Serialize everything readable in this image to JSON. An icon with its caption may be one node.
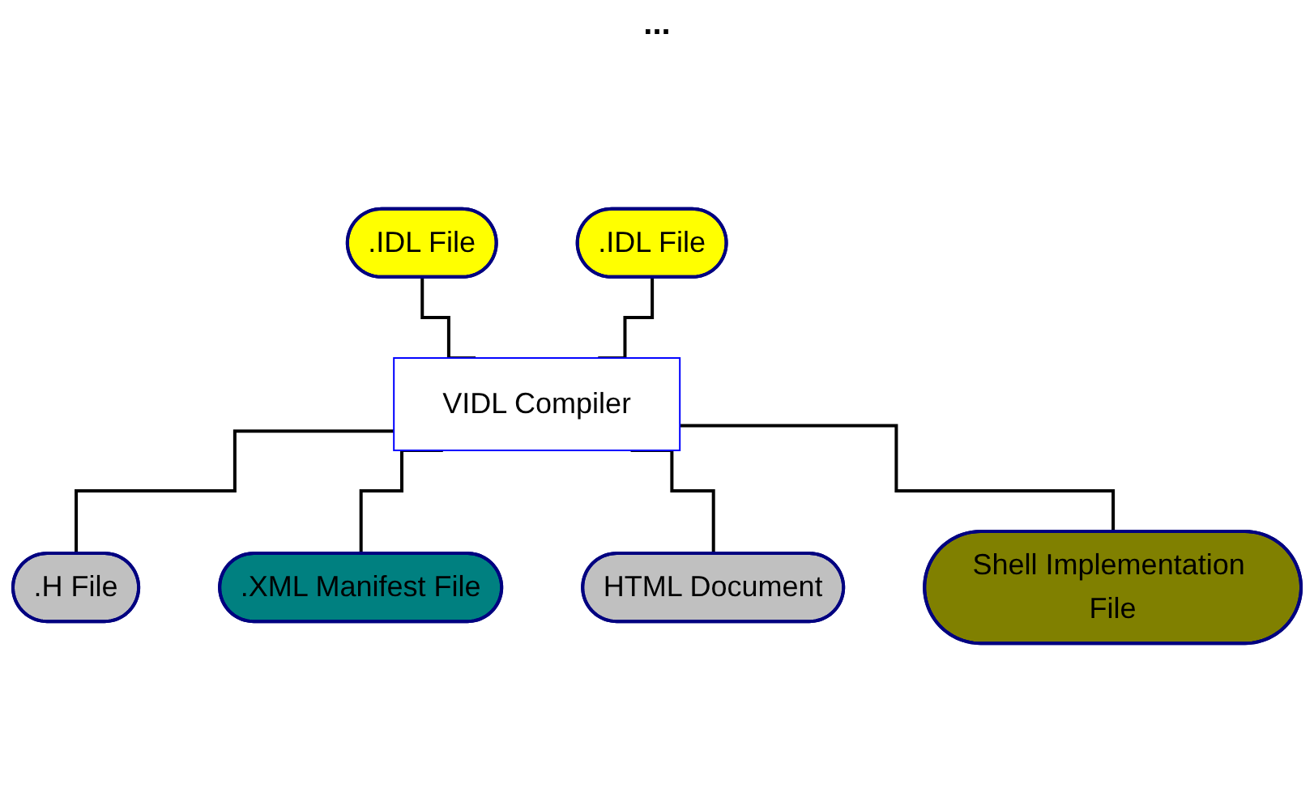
{
  "diagram": {
    "nodes": [
      {
        "text": [
          ".IDL File"
        ]
      },
      {
        "text": [
          ".IDL File"
        ]
      },
      {
        "text": [
          "VIDL Compiler"
        ]
      },
      {
        "text": [
          ".H File"
        ]
      },
      {
        "text": [
          ".XML Manifest File"
        ]
      },
      {
        "text": [
          "HTML Document"
        ]
      },
      {
        "text": [
          "Shell Implementation File"
        ]
      }
    ],
    "edges": [
      {
        "from": 0,
        "to": 2,
        "arrow": "none"
      },
      {
        "from": 1,
        "to": 2,
        "arrow": "none"
      },
      {
        "from": 2,
        "to": 3,
        "arrow": "none"
      },
      {
        "from": 2,
        "to": 4,
        "arrow": "none"
      },
      {
        "from": 2,
        "to": 5,
        "arrow": "none"
      },
      {
        "from": 2,
        "to": 6,
        "arrow": "none"
      }
    ],
    "labels": [
      "..."
    ]
  }
}
